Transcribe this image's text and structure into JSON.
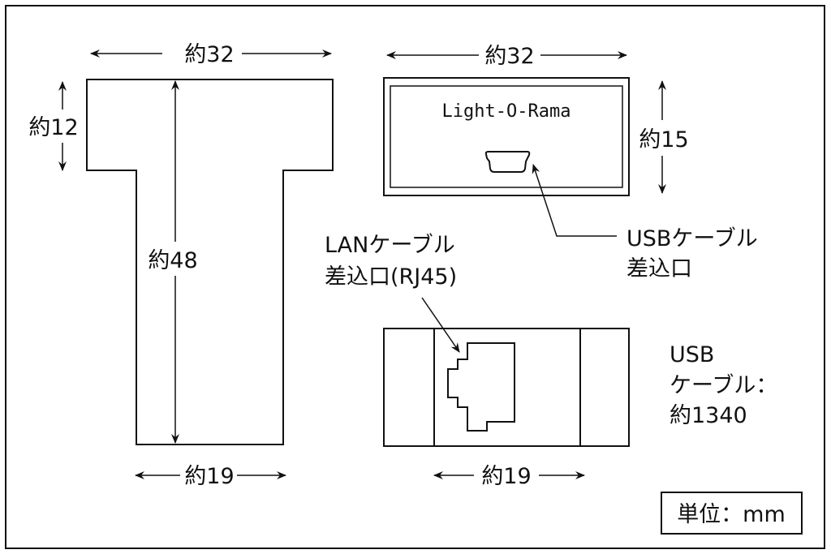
{
  "diagram": {
    "unit_label": "単位：mm",
    "top_view": {
      "width_label": "約32",
      "head_height_label": "約12",
      "total_height_label": "約48",
      "stem_width_label": "約19"
    },
    "front_view": {
      "width_label": "約32",
      "height_label": "約15",
      "brand_text": "Light-O-Rama",
      "usb_port_label_line1": "USBケーブル",
      "usb_port_label_line2": "差込口"
    },
    "rear_view": {
      "lan_label_line1": "LANケーブル",
      "lan_label_line2": "差込口(RJ45)",
      "width_label": "約19"
    },
    "cable_note": {
      "line1": "USB",
      "line2": "ケーブル：",
      "line3": "約1340"
    }
  }
}
